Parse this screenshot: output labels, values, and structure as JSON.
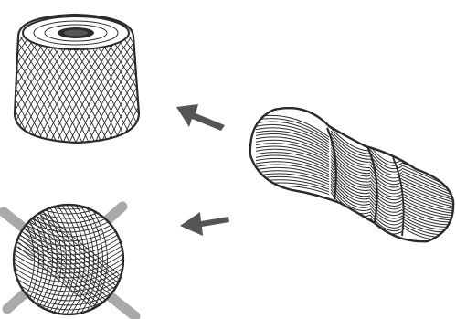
{
  "illustration": {
    "items": [
      {
        "name": "yarn-cake",
        "icon": "yarn-cake-icon"
      },
      {
        "name": "yarn-ball",
        "icon": "yarn-ball-icon"
      },
      {
        "name": "yarn-skein",
        "icon": "yarn-skein-icon"
      }
    ],
    "arrows": [
      {
        "from": "yarn-skein",
        "to": "yarn-cake"
      },
      {
        "from": "yarn-skein",
        "to": "yarn-ball"
      }
    ],
    "colors": {
      "ink": "#2b2b2b",
      "arrow": "#555555",
      "cross_marks": "#a9a9a9",
      "background": "#ffffff"
    }
  }
}
